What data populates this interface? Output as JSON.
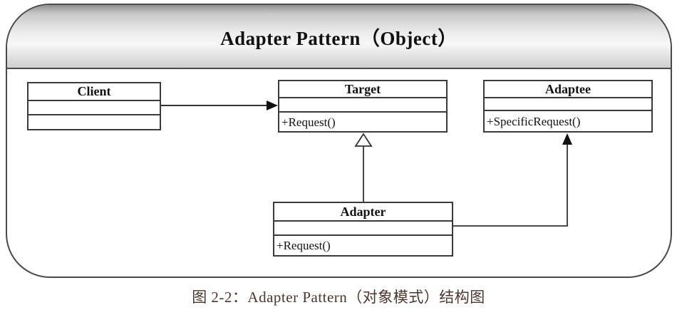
{
  "title": "Adapter Pattern（Object）",
  "caption": "图 2-2：Adapter Pattern（对象模式）结构图",
  "classes": {
    "client": {
      "name": "Client",
      "attributes": "",
      "methods": ""
    },
    "target": {
      "name": "Target",
      "attributes": "",
      "methods": "+Request()"
    },
    "adaptee": {
      "name": "Adaptee",
      "attributes": "",
      "methods": "+SpecificRequest()"
    },
    "adapter": {
      "name": "Adapter",
      "attributes": "",
      "methods": "+Request()"
    }
  },
  "relations": [
    {
      "from": "Client",
      "to": "Target",
      "type": "association",
      "arrow": "filled"
    },
    {
      "from": "Adapter",
      "to": "Target",
      "type": "inheritance",
      "arrow": "hollow-triangle"
    },
    {
      "from": "Adapter",
      "to": "Adaptee",
      "type": "association",
      "arrow": "filled"
    }
  ],
  "colors": {
    "line": "#333333",
    "frame_border": "#4a4a4a",
    "caption_text": "#4c3630",
    "header_gradient_top": "#8f8f8f",
    "header_gradient_mid": "#f8f8f8"
  }
}
